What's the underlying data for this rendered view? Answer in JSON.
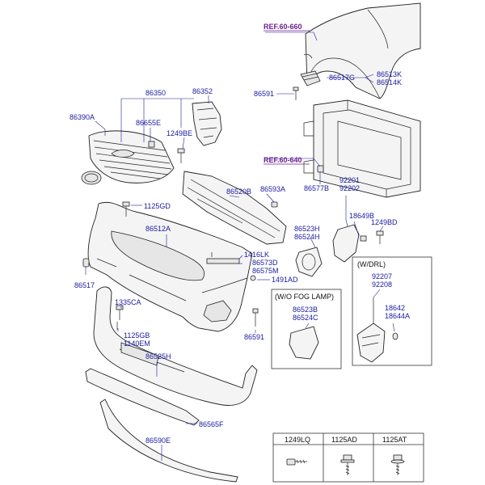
{
  "refs": {
    "r1": "REF.60-660",
    "r2": "REF.60-640"
  },
  "parts": {
    "p86350": "86350",
    "p86352": "86352",
    "p86390A": "86390A",
    "p86655E": "86655E",
    "p1249BE": "1249BE",
    "p86591a": "86591",
    "p86517G": "86517G",
    "p86513K": "86513K",
    "p86514K": "86514K",
    "p86520B": "86520B",
    "p86593A": "86593A",
    "p86577B": "86577B",
    "p92201": "92201",
    "p92202": "92202",
    "p1125GD": "1125GD",
    "p86512A": "86512A",
    "p18649B": "18649B",
    "p1249BD": "1249BD",
    "p86523H": "86523H",
    "p86524H": "86524H",
    "p1416LK": "1416LK",
    "p86573D": "86573D",
    "p86575M": "86575M",
    "p86517": "86517",
    "p1491AD": "1491AD",
    "p1335CA": "1335CA",
    "p1125GB": "1125GB",
    "p1140EM": "1140EM",
    "p86591b": "86591",
    "p86525H": "86525H",
    "p86565F": "86565F",
    "p86590E": "86590E",
    "p86523B": "86523B",
    "p86524C": "86524C",
    "p92207": "92207",
    "p92208": "92208",
    "p18642": "18642",
    "p18644A": "18644A"
  },
  "boxes": {
    "fog": "(W/O FOG LAMP)",
    "drl": "(W/DRL)"
  },
  "fastener_table": {
    "headers": [
      "1249LQ",
      "1125AD",
      "1125AT"
    ],
    "icons": [
      "bolt-icon",
      "flange-bolt-icon",
      "washer-bolt-icon"
    ]
  }
}
